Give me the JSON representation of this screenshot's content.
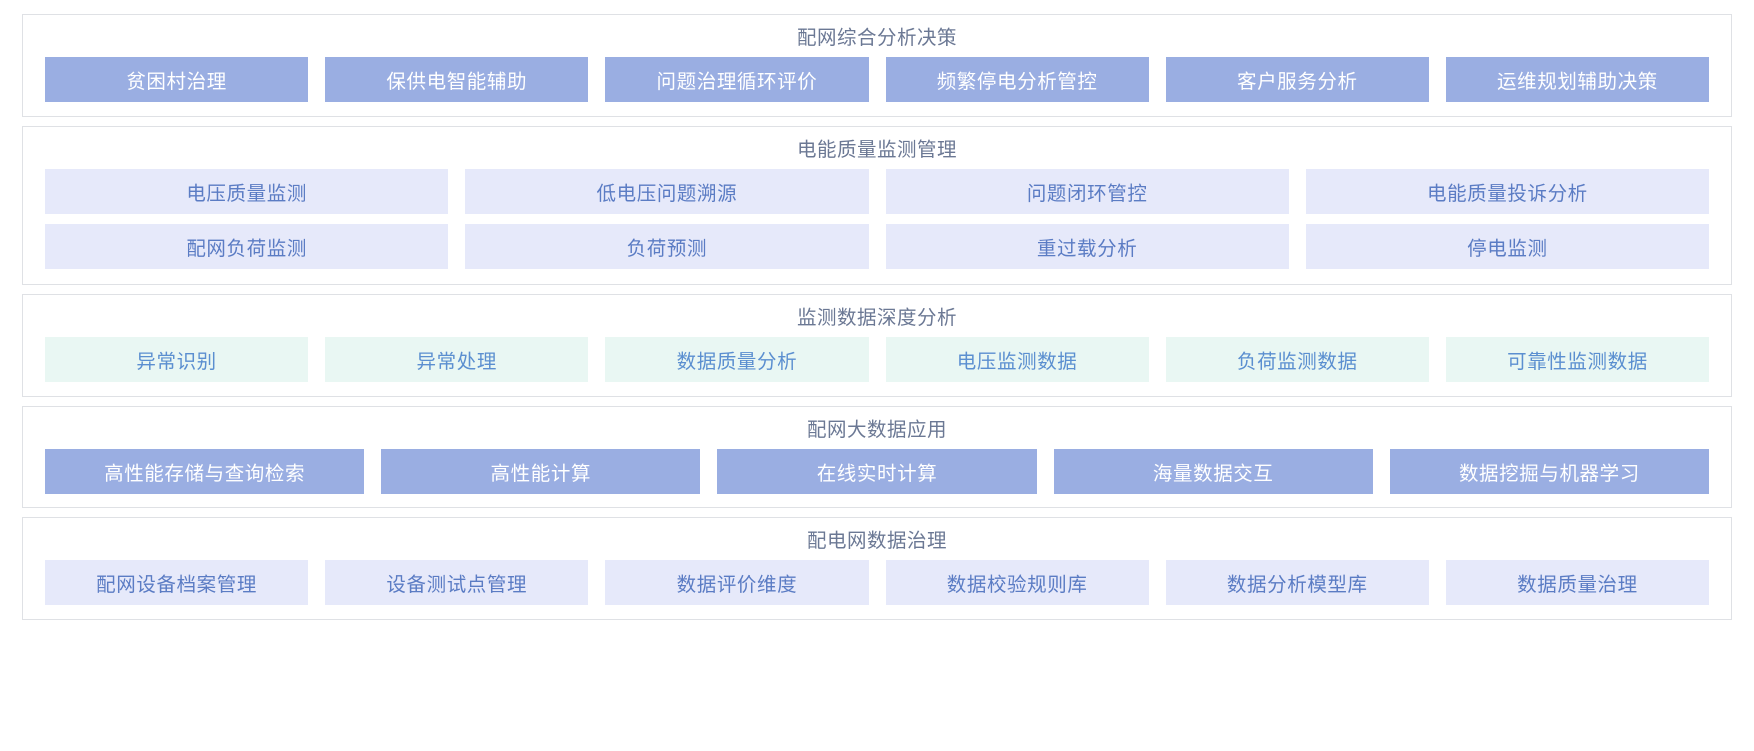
{
  "theme": {
    "page_background": "#ffffff",
    "panel_border": "#dfe1e5",
    "title_color": "#6b7894",
    "tile_blue_bg": "#9aaee2",
    "tile_blue_text": "#ffffff",
    "tile_lavender_bg": "#e6e9fa",
    "tile_lavender_text": "#5b7cc4",
    "tile_mint_bg": "#e9f7f3",
    "tile_mint_text": "#5b8fd0"
  },
  "panels": [
    {
      "title": "配网综合分析决策",
      "style": "blue",
      "rows": [
        {
          "tiles": [
            {
              "label": "贫困村治理",
              "flex": 1.33
            },
            {
              "label": "保供电智能辅助",
              "flex": 1.33
            },
            {
              "label": "问题治理循环评价",
              "flex": 1.33
            },
            {
              "label": "频繁停电分析管控",
              "flex": 1.33
            },
            {
              "label": "客户服务分析",
              "flex": 1.33
            },
            {
              "label": "运维规划辅助决策",
              "flex": 1.33
            }
          ]
        }
      ]
    },
    {
      "title": "电能质量监测管理",
      "style": "lavender",
      "rows": [
        {
          "tiles": [
            {
              "label": "电压质量监测",
              "flex": 1
            },
            {
              "label": "低电压问题溯源",
              "flex": 1
            },
            {
              "label": "问题闭环管控",
              "flex": 1
            },
            {
              "label": "电能质量投诉分析",
              "flex": 1
            }
          ]
        },
        {
          "tiles": [
            {
              "label": "配网负荷监测",
              "flex": 1
            },
            {
              "label": "负荷预测",
              "flex": 1
            },
            {
              "label": "重过载分析",
              "flex": 1
            },
            {
              "label": "停电监测",
              "flex": 1
            }
          ]
        }
      ]
    },
    {
      "title": "监测数据深度分析",
      "style": "mint",
      "rows": [
        {
          "tiles": [
            {
              "label": "异常识别",
              "flex": 1
            },
            {
              "label": "异常处理",
              "flex": 1
            },
            {
              "label": "数据质量分析",
              "flex": 1
            },
            {
              "label": "电压监测数据",
              "flex": 1
            },
            {
              "label": "负荷监测数据",
              "flex": 1
            },
            {
              "label": "可靠性监测数据",
              "flex": 1
            }
          ]
        }
      ]
    },
    {
      "title": "配网大数据应用",
      "style": "blue",
      "rows": [
        {
          "tiles": [
            {
              "label": "高性能存储与查询检索",
              "flex": 1
            },
            {
              "label": "高性能计算",
              "flex": 1
            },
            {
              "label": "在线实时计算",
              "flex": 1
            },
            {
              "label": "海量数据交互",
              "flex": 1
            },
            {
              "label": "数据挖掘与机器学习",
              "flex": 1
            }
          ]
        }
      ]
    },
    {
      "title": "配电网数据治理",
      "style": "lavender",
      "rows": [
        {
          "tiles": [
            {
              "label": "配网设备档案管理",
              "flex": 1
            },
            {
              "label": "设备测试点管理",
              "flex": 1
            },
            {
              "label": "数据评价维度",
              "flex": 1
            },
            {
              "label": "数据校验规则库",
              "flex": 1
            },
            {
              "label": "数据分析模型库",
              "flex": 1
            },
            {
              "label": "数据质量治理",
              "flex": 1
            }
          ]
        }
      ]
    }
  ]
}
